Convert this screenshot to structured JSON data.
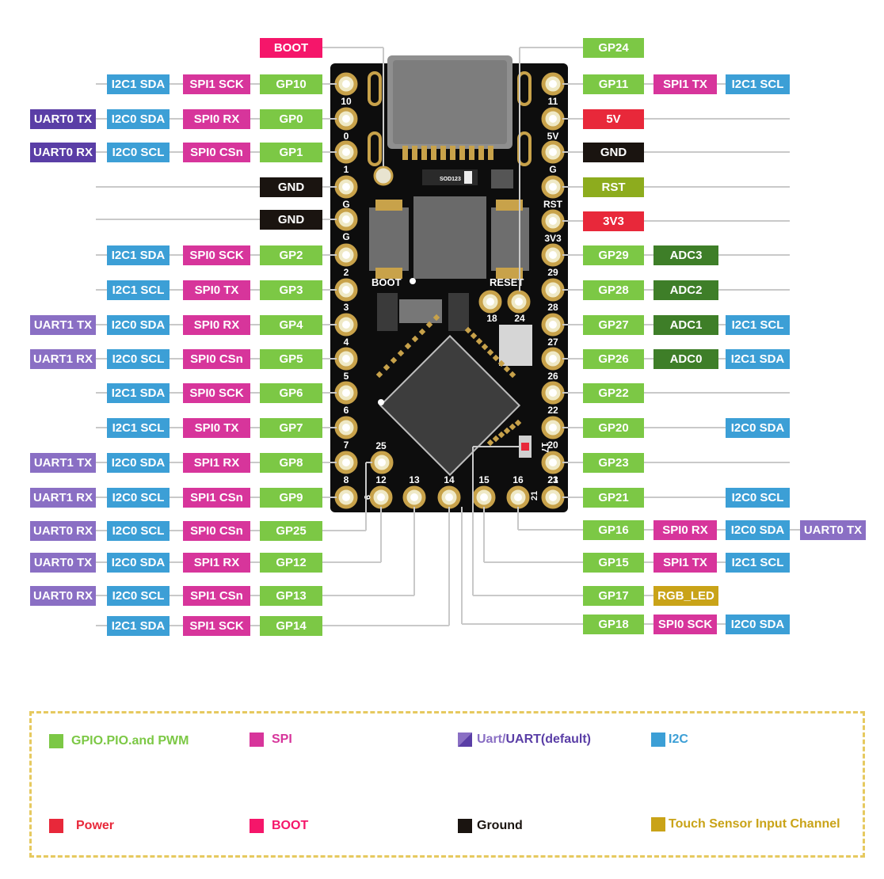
{
  "colors": {
    "gpio": "#7cc845",
    "spi": "#d7359b",
    "uart": "#8a6fc4",
    "uart_default": "#5a3ea6",
    "i2c": "#3c9fd6",
    "power": "#e8283a",
    "boot": "#f5166a",
    "ground": "#1a1410",
    "touch": "#c9a318",
    "adc": "#3e7e28",
    "rst": "#8dac1e",
    "board": "#0d0d0d",
    "pad": "#c8a24a"
  },
  "board_labels": {
    "boot": "BOOT",
    "reset": "RESET",
    "sod": "SOD123",
    "left_pins": [
      "10",
      "0",
      "1",
      "G",
      "G",
      "2",
      "3",
      "4",
      "5",
      "6",
      "7",
      "8"
    ],
    "right_pins": [
      "11",
      "5V",
      "G",
      "RST",
      "3V3",
      "29",
      "28",
      "27",
      "26",
      "22",
      "20",
      "23"
    ],
    "right_bottom": "21",
    "bottom_pins": [
      "12",
      "13",
      "14",
      "15",
      "16"
    ],
    "inner_pins": [
      "25",
      "18",
      "24",
      "17"
    ],
    "left_bottom": "9"
  },
  "left_rows": [
    {
      "labels": [
        {
          "t": "BOOT",
          "c": "boot"
        }
      ]
    },
    {
      "labels": [
        {
          "t": "I2C1 SDA",
          "c": "i2c"
        },
        {
          "t": "SPI1 SCK",
          "c": "spi"
        },
        {
          "t": "GP10",
          "c": "gpio"
        }
      ]
    },
    {
      "labels": [
        {
          "t": "UART0 TX",
          "c": "uart_default"
        },
        {
          "t": "I2C0 SDA",
          "c": "i2c"
        },
        {
          "t": "SPI0 RX",
          "c": "spi"
        },
        {
          "t": "GP0",
          "c": "gpio"
        }
      ]
    },
    {
      "labels": [
        {
          "t": "UART0 RX",
          "c": "uart_default"
        },
        {
          "t": "I2C0 SCL",
          "c": "i2c"
        },
        {
          "t": "SPI0 CSn",
          "c": "spi"
        },
        {
          "t": "GP1",
          "c": "gpio"
        }
      ]
    },
    {
      "labels": [
        {
          "t": "GND",
          "c": "ground"
        }
      ]
    },
    {
      "labels": [
        {
          "t": "GND",
          "c": "ground"
        }
      ]
    },
    {
      "labels": [
        {
          "t": "I2C1 SDA",
          "c": "i2c"
        },
        {
          "t": "SPI0 SCK",
          "c": "spi"
        },
        {
          "t": "GP2",
          "c": "gpio"
        }
      ]
    },
    {
      "labels": [
        {
          "t": "I2C1 SCL",
          "c": "i2c"
        },
        {
          "t": "SPI0 TX",
          "c": "spi"
        },
        {
          "t": "GP3",
          "c": "gpio"
        }
      ]
    },
    {
      "labels": [
        {
          "t": "UART1 TX",
          "c": "uart"
        },
        {
          "t": "I2C0 SDA",
          "c": "i2c"
        },
        {
          "t": "SPI0 RX",
          "c": "spi"
        },
        {
          "t": "GP4",
          "c": "gpio"
        }
      ]
    },
    {
      "labels": [
        {
          "t": "UART1 RX",
          "c": "uart"
        },
        {
          "t": "I2C0 SCL",
          "c": "i2c"
        },
        {
          "t": "SPI0 CSn",
          "c": "spi"
        },
        {
          "t": "GP5",
          "c": "gpio"
        }
      ]
    },
    {
      "labels": [
        {
          "t": "I2C1 SDA",
          "c": "i2c"
        },
        {
          "t": "SPI0 SCK",
          "c": "spi"
        },
        {
          "t": "GP6",
          "c": "gpio"
        }
      ]
    },
    {
      "labels": [
        {
          "t": "I2C1 SCL",
          "c": "i2c"
        },
        {
          "t": "SPI0 TX",
          "c": "spi"
        },
        {
          "t": "GP7",
          "c": "gpio"
        }
      ]
    },
    {
      "labels": [
        {
          "t": "UART1 TX",
          "c": "uart"
        },
        {
          "t": "I2C0 SDA",
          "c": "i2c"
        },
        {
          "t": "SPI1 RX",
          "c": "spi"
        },
        {
          "t": "GP8",
          "c": "gpio"
        }
      ]
    },
    {
      "labels": [
        {
          "t": "UART1 RX",
          "c": "uart"
        },
        {
          "t": "I2C0 SCL",
          "c": "i2c"
        },
        {
          "t": "SPI1 CSn",
          "c": "spi"
        },
        {
          "t": "GP9",
          "c": "gpio"
        }
      ]
    },
    {
      "labels": [
        {
          "t": "UART0 RX",
          "c": "uart"
        },
        {
          "t": "I2C0 SCL",
          "c": "i2c"
        },
        {
          "t": "SPI0 CSn",
          "c": "spi"
        },
        {
          "t": "GP25",
          "c": "gpio"
        }
      ]
    },
    {
      "labels": [
        {
          "t": "UART0 TX",
          "c": "uart"
        },
        {
          "t": "I2C0 SDA",
          "c": "i2c"
        },
        {
          "t": "SPI1 RX",
          "c": "spi"
        },
        {
          "t": "GP12",
          "c": "gpio"
        }
      ]
    },
    {
      "labels": [
        {
          "t": "UART0 RX",
          "c": "uart"
        },
        {
          "t": "I2C0 SCL",
          "c": "i2c"
        },
        {
          "t": "SPI1 CSn",
          "c": "spi"
        },
        {
          "t": "GP13",
          "c": "gpio"
        }
      ]
    },
    {
      "labels": [
        {
          "t": "I2C1 SDA",
          "c": "i2c"
        },
        {
          "t": "SPI1 SCK",
          "c": "spi"
        },
        {
          "t": "GP14",
          "c": "gpio"
        }
      ]
    }
  ],
  "right_rows": [
    {
      "labels": [
        {
          "t": "GP24",
          "c": "gpio"
        }
      ]
    },
    {
      "labels": [
        {
          "t": "GP11",
          "c": "gpio"
        },
        {
          "t": "SPI1 TX",
          "c": "spi"
        },
        {
          "t": "I2C1 SCL",
          "c": "i2c"
        }
      ]
    },
    {
      "labels": [
        {
          "t": "5V",
          "c": "power"
        }
      ]
    },
    {
      "labels": [
        {
          "t": "GND",
          "c": "ground"
        }
      ]
    },
    {
      "labels": [
        {
          "t": "RST",
          "c": "rst"
        }
      ]
    },
    {
      "labels": [
        {
          "t": "3V3",
          "c": "power"
        }
      ]
    },
    {
      "labels": [
        {
          "t": "GP29",
          "c": "gpio"
        },
        {
          "t": "ADC3",
          "c": "adc"
        }
      ]
    },
    {
      "labels": [
        {
          "t": "GP28",
          "c": "gpio"
        },
        {
          "t": "ADC2",
          "c": "adc"
        }
      ]
    },
    {
      "labels": [
        {
          "t": "GP27",
          "c": "gpio"
        },
        {
          "t": "ADC1",
          "c": "adc"
        },
        {
          "t": "I2C1 SCL",
          "c": "i2c"
        }
      ]
    },
    {
      "labels": [
        {
          "t": "GP26",
          "c": "gpio"
        },
        {
          "t": "ADC0",
          "c": "adc"
        },
        {
          "t": "I2C1 SDA",
          "c": "i2c"
        }
      ]
    },
    {
      "labels": [
        {
          "t": "GP22",
          "c": "gpio"
        }
      ]
    },
    {
      "labels": [
        {
          "t": "GP20",
          "c": "gpio"
        },
        {
          "t": "I2C0 SDA",
          "c": "i2c"
        }
      ]
    },
    {
      "labels": [
        {
          "t": "GP23",
          "c": "gpio"
        }
      ]
    },
    {
      "labels": [
        {
          "t": "GP21",
          "c": "gpio"
        },
        {
          "t": "I2C0 SCL",
          "c": "i2c"
        }
      ]
    },
    {
      "labels": [
        {
          "t": "GP16",
          "c": "gpio"
        },
        {
          "t": "SPI0 RX",
          "c": "spi"
        },
        {
          "t": "I2C0 SDA",
          "c": "i2c"
        },
        {
          "t": "UART0 TX",
          "c": "uart"
        }
      ]
    },
    {
      "labels": [
        {
          "t": "GP15",
          "c": "gpio"
        },
        {
          "t": "SPI1 TX",
          "c": "spi"
        },
        {
          "t": "I2C1 SCL",
          "c": "i2c"
        }
      ]
    },
    {
      "labels": [
        {
          "t": "GP17",
          "c": "gpio"
        },
        {
          "t": "RGB_LED",
          "c": "touch"
        }
      ]
    },
    {
      "labels": [
        {
          "t": "GP18",
          "c": "gpio"
        },
        {
          "t": "SPI0 SCK",
          "c": "spi"
        },
        {
          "t": "I2C0 SDA",
          "c": "i2c"
        }
      ]
    }
  ],
  "legend": {
    "gpio": "GPIO.PIO.and PWM",
    "spi": "SPI",
    "uart_a": "Uart/",
    "uart_b": "UART(default)",
    "i2c": "I2C",
    "power": "Power",
    "boot": "BOOT",
    "ground": "Ground",
    "touch": "Touch Sensor Input Channel"
  }
}
